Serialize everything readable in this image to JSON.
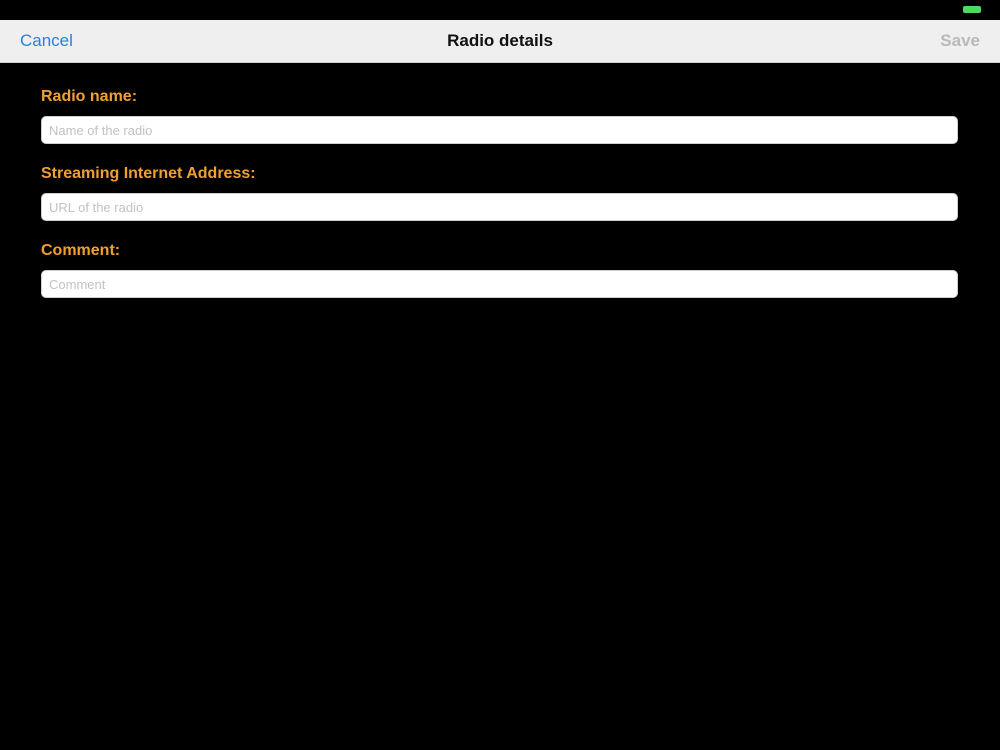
{
  "colors": {
    "background": "#000000",
    "nav_background": "#efefef",
    "accent_blue": "#2d7fdd",
    "label_orange": "#f0a030",
    "disabled_gray": "#b9b9b9",
    "battery_green": "#4cd964"
  },
  "status_bar": {
    "battery_icon": "battery-icon"
  },
  "nav": {
    "cancel_label": "Cancel",
    "title": "Radio details",
    "save_label": "Save"
  },
  "form": {
    "radio_name": {
      "label": "Radio name:",
      "value": "",
      "placeholder": "Name of the radio"
    },
    "streaming_address": {
      "label": "Streaming Internet Address:",
      "value": "",
      "placeholder": "URL of the radio"
    },
    "comment": {
      "label": "Comment:",
      "value": "",
      "placeholder": "Comment"
    }
  }
}
